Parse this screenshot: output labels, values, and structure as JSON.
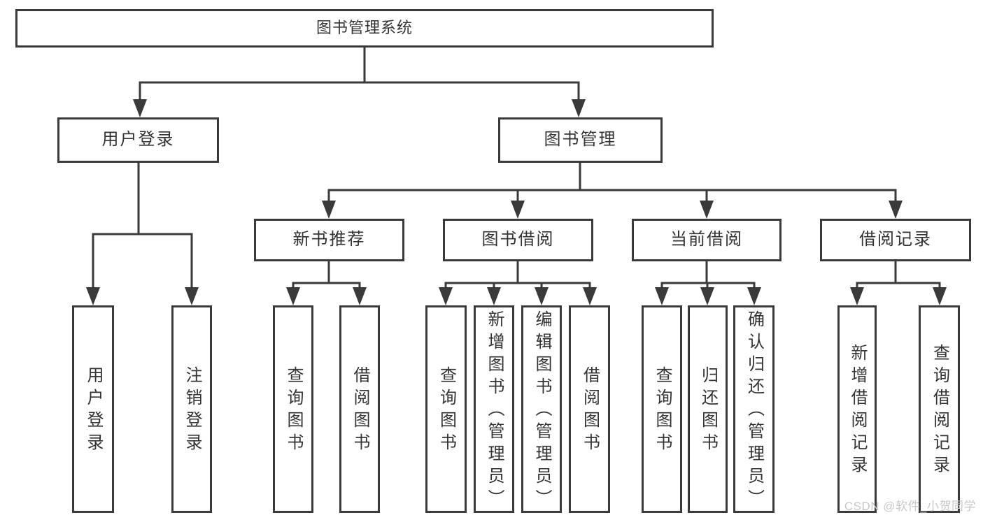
{
  "root": {
    "label": "图书管理系统"
  },
  "branches": [
    {
      "label": "用户登录",
      "children": [
        {
          "label": "用户登录"
        },
        {
          "label": "注销登录"
        }
      ]
    },
    {
      "label": "图书管理",
      "children": [
        {
          "label": "新书推荐",
          "children": [
            {
              "label": "查询图书"
            },
            {
              "label": "借阅图书"
            }
          ]
        },
        {
          "label": "图书借阅",
          "children": [
            {
              "label": "查询图书"
            },
            {
              "label": "新增图书（管理员）"
            },
            {
              "label": "编辑图书（管理员）"
            },
            {
              "label": "借阅图书"
            }
          ]
        },
        {
          "label": "当前借阅",
          "children": [
            {
              "label": "查询图书"
            },
            {
              "label": "归还图书"
            },
            {
              "label": "确认归还（管理员）"
            }
          ]
        },
        {
          "label": "借阅记录",
          "children": [
            {
              "label": "新增借阅记录"
            },
            {
              "label": "查询借阅记录"
            }
          ]
        }
      ]
    }
  ],
  "watermark": {
    "text": "CSDN @软件_小贺同学"
  },
  "colors": {
    "line": "#3a3a3a",
    "text": "#333333",
    "watermark": "#c8c8c8",
    "background": "#ffffff"
  }
}
